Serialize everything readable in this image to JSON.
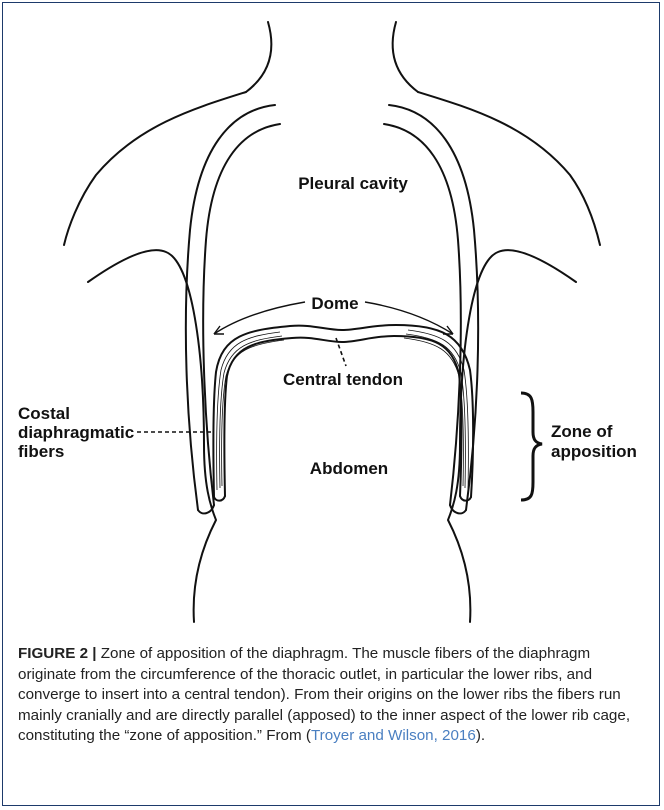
{
  "labels": {
    "pleural_cavity": "Pleural cavity",
    "dome": "Dome",
    "central_tendon": "Central tendon",
    "costal_line1": "Costal",
    "costal_line2": "diaphragmatic",
    "costal_line3": "fibers",
    "abdomen": "Abdomen",
    "zone_line1": "Zone of",
    "zone_line2": "apposition"
  },
  "caption": {
    "figure_number": "FIGURE 2 |",
    "text_before_ref": " Zone of apposition of the diaphragm. The muscle fibers of the diaphragm originate from the circumference of the thoracic outlet, in particular the lower ribs, and converge to insert into a central tendon). From their origins on the lower ribs the fibers run mainly cranially and are directly parallel (apposed) to the inner aspect of the lower rib cage, constituting the “zone of apposition.” From (",
    "reference": "Troyer and Wilson, 2016",
    "text_after_ref": ")."
  },
  "colors": {
    "border": "#1d3a6b",
    "reference_link": "#4a7fc1",
    "line": "#111111"
  }
}
